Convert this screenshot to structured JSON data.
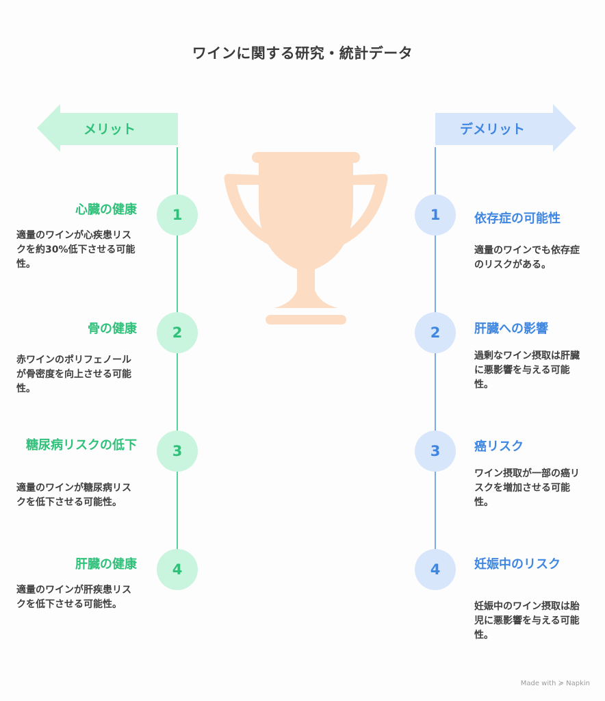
{
  "title": "ワインに関する研究・統計データ",
  "merit": {
    "label": "メリット",
    "items": [
      {
        "num": "1",
        "title": "心臓の健康",
        "desc": "適量のワインが心疾患リスクを約30%低下させる可能性。"
      },
      {
        "num": "2",
        "title": "骨の健康",
        "desc": "赤ワインのポリフェノールが骨密度を向上させる可能性。"
      },
      {
        "num": "3",
        "title": "糖尿病リスクの低下",
        "desc": "適量のワインが糖尿病リスクを低下させる可能性。"
      },
      {
        "num": "4",
        "title": "肝臓の健康",
        "desc": "適量のワインが肝疾患リスクを低下させる可能性。"
      }
    ]
  },
  "demerit": {
    "label": "デメリット",
    "items": [
      {
        "num": "1",
        "title": "依存症の可能性",
        "desc": "適量のワインでも依存症のリスクがある。"
      },
      {
        "num": "2",
        "title": "肝臓への影響",
        "desc": "過剰なワイン摂取は肝臓に悪影響を与える可能性。"
      },
      {
        "num": "3",
        "title": "癌リスク",
        "desc": "ワイン摂取が一部の癌リスクを増加させる可能性。"
      },
      {
        "num": "4",
        "title": "妊娠中のリスク",
        "desc": "妊娠中のワイン摂取は胎児に悪影響を与える可能性。"
      }
    ]
  },
  "footer": "Made with ≽ Napkin",
  "colors": {
    "merit": "#2fc07a",
    "demerit": "#3f86e0",
    "trophy": "#fcdcc3"
  },
  "icons": {
    "center": "trophy-icon"
  }
}
